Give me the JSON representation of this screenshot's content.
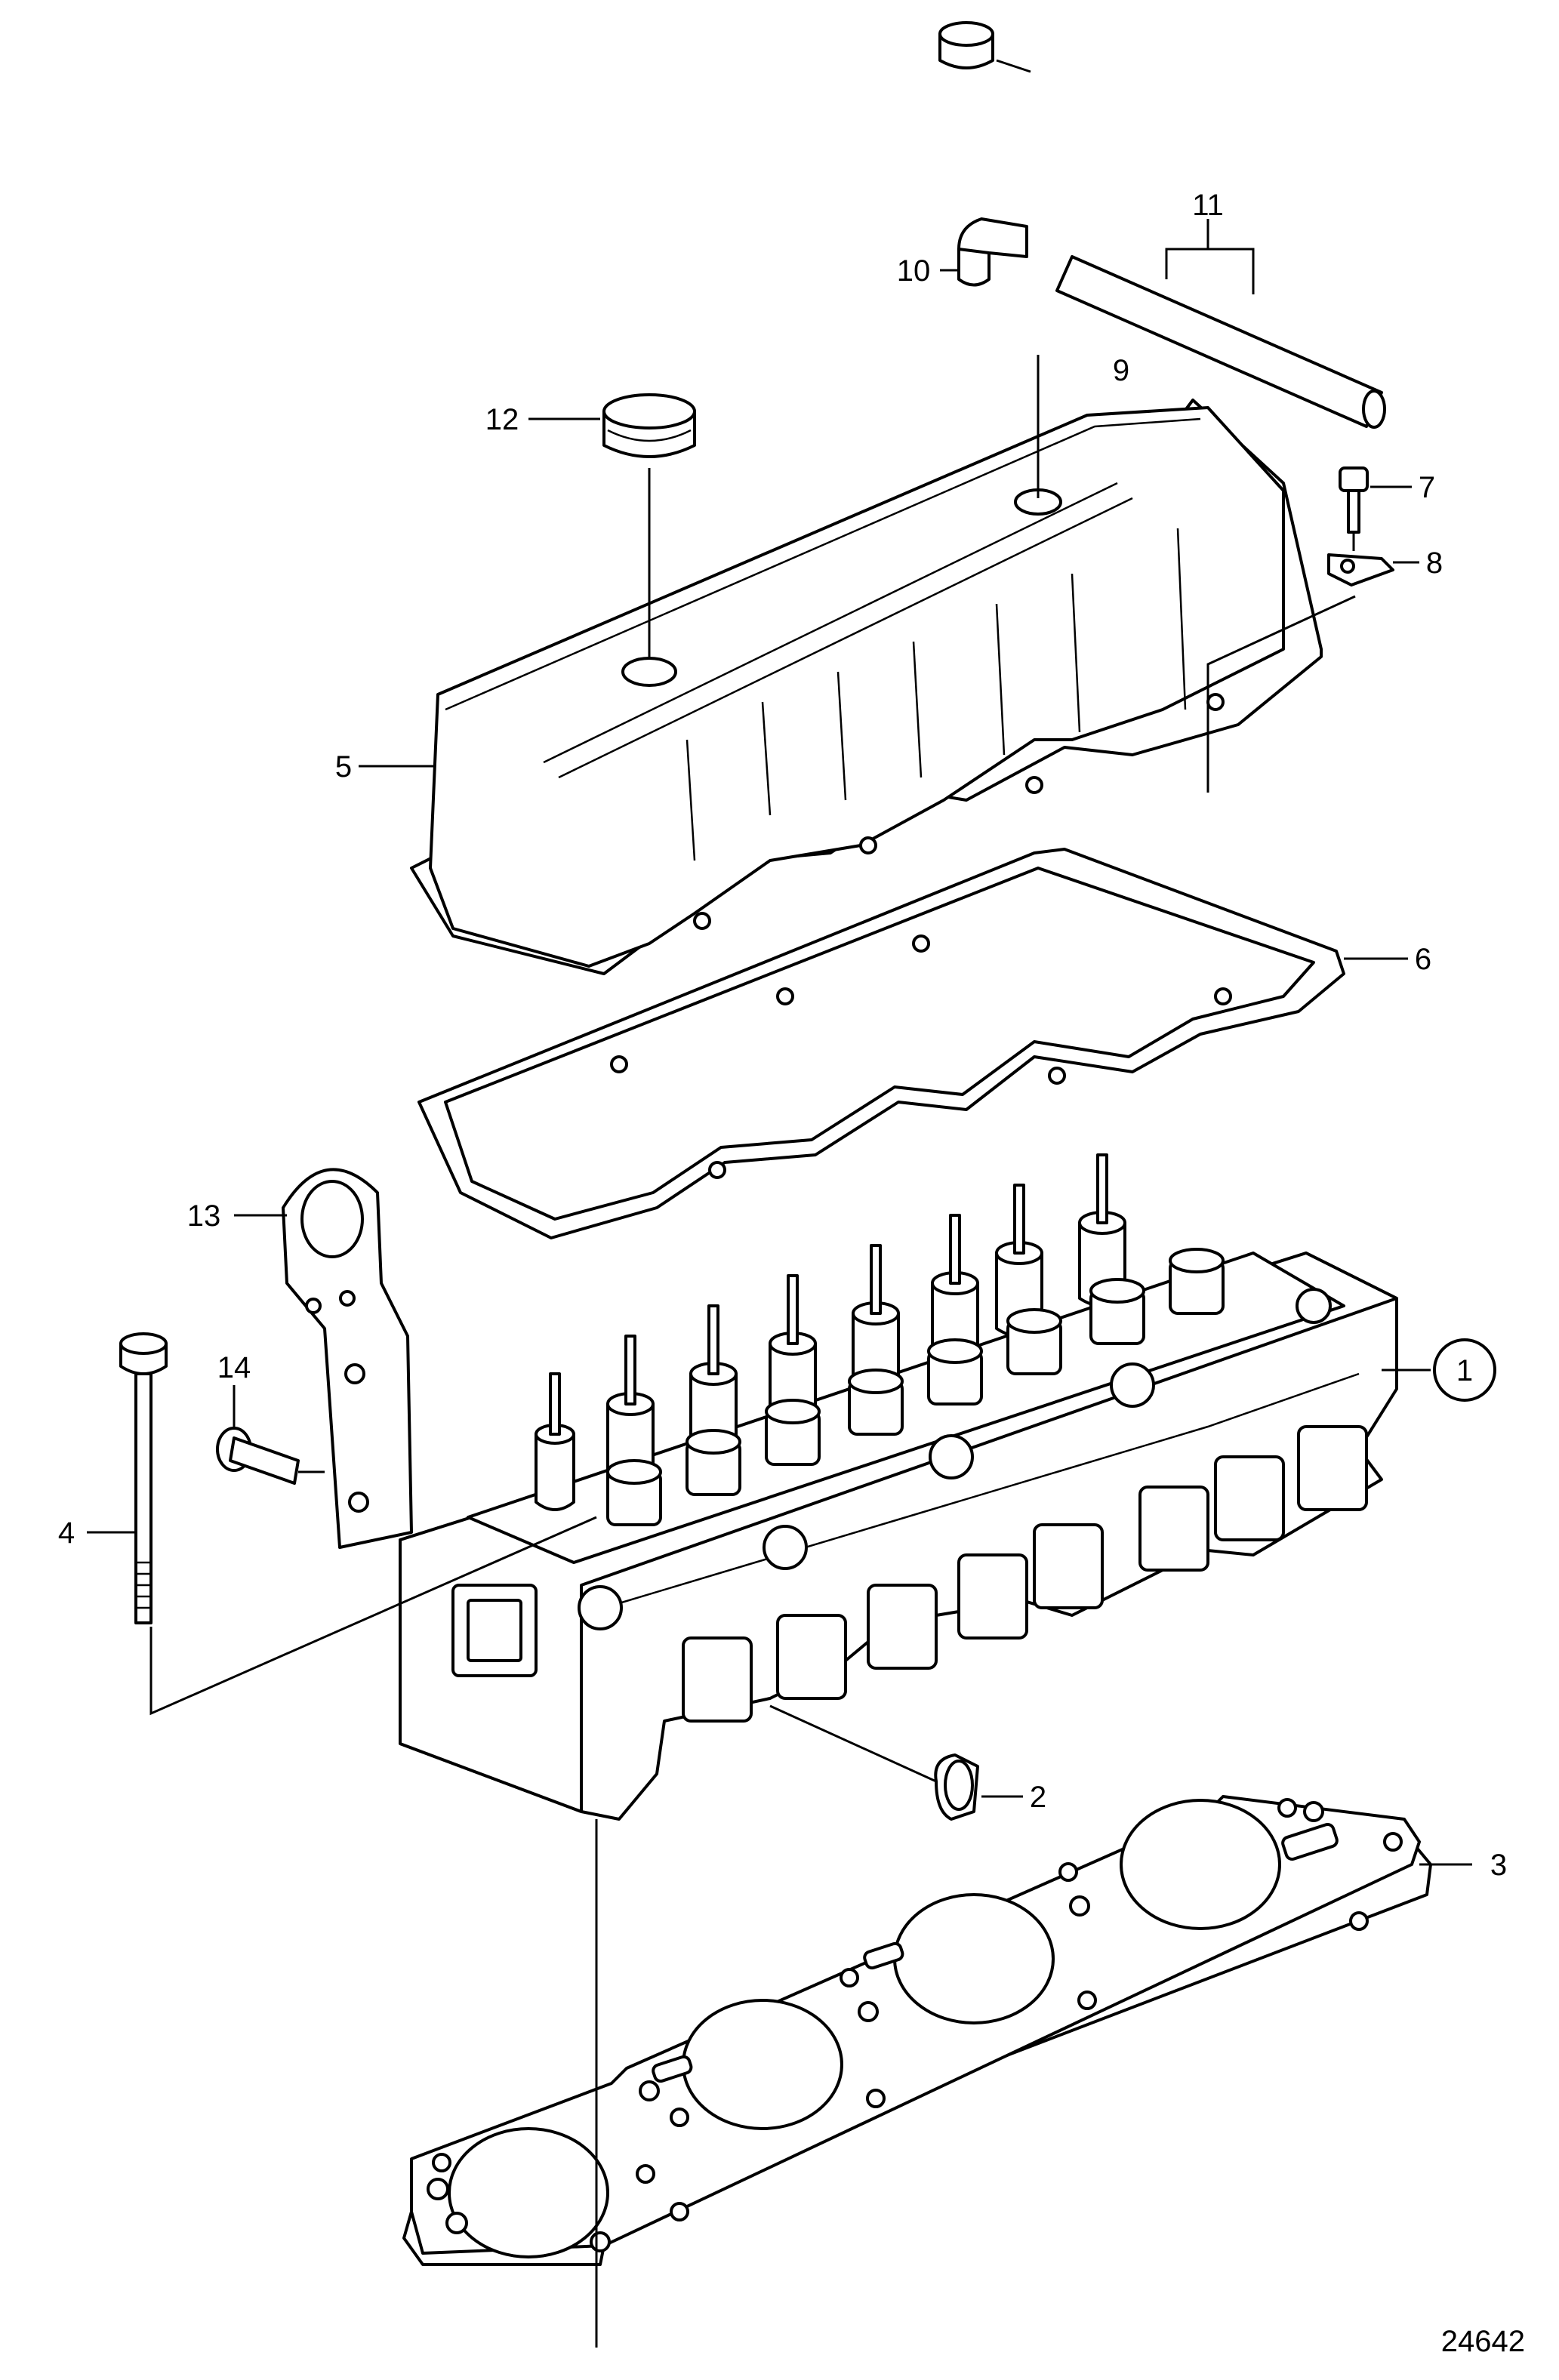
{
  "figure_number": "24642",
  "callouts": [
    {
      "id": "c1",
      "label": "1",
      "circled": true
    },
    {
      "id": "c2",
      "label": "2"
    },
    {
      "id": "c3",
      "label": "3"
    },
    {
      "id": "c4",
      "label": "4"
    },
    {
      "id": "c5",
      "label": "5"
    },
    {
      "id": "c6",
      "label": "6"
    },
    {
      "id": "c7",
      "label": "7"
    },
    {
      "id": "c8",
      "label": "8"
    },
    {
      "id": "c9",
      "label": "9"
    },
    {
      "id": "c10",
      "label": "10"
    },
    {
      "id": "c11",
      "label": "11"
    },
    {
      "id": "c12",
      "label": "12"
    },
    {
      "id": "c13",
      "label": "13"
    },
    {
      "id": "c14",
      "label": "14"
    }
  ]
}
